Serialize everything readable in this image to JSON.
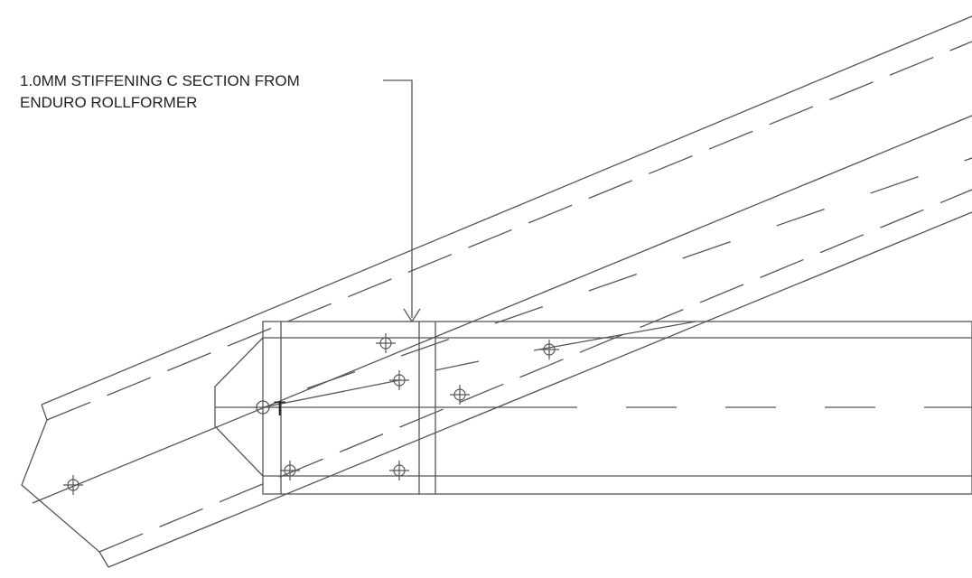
{
  "annotation": {
    "line1": "1.0MM STIFFENING C SECTION FROM",
    "line2": "ENDURO ROLLFORMER"
  },
  "marker_label": "T",
  "colors": {
    "line": "#555555",
    "text": "#222222",
    "background": "#ffffff"
  }
}
